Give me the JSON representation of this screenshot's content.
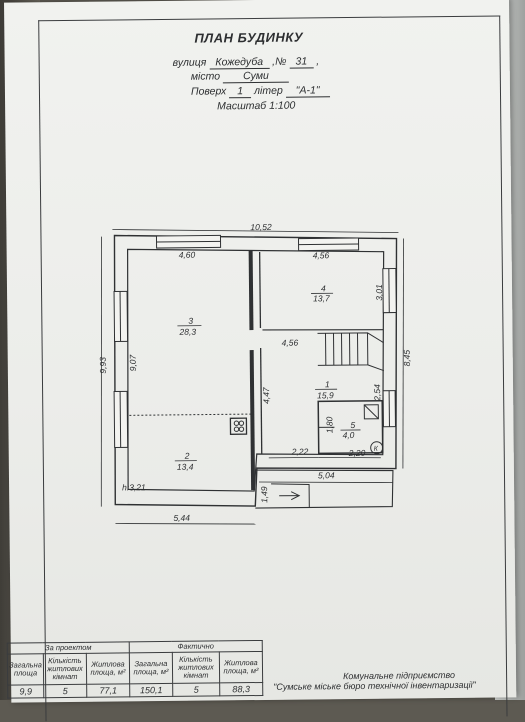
{
  "header": {
    "title": "ПЛАН БУДИНКУ",
    "street_label": "вулиця",
    "street_value": "Кожедуба",
    "number_label": ",№",
    "number_value": "31",
    "city_label": "місто",
    "city_value": "Суми",
    "floor_label": "Поверх",
    "floor_value": "1",
    "liter_label": "літер",
    "liter_value": "\"А-1\"",
    "scale_text": "Масштаб 1:100"
  },
  "dimensions": {
    "total_width": "10,52",
    "room3_width": "4,60",
    "room4_width": "4,56",
    "stair_width": "4,56",
    "left_outer": "9,93",
    "left_inner": "9,07",
    "right_upper": "3,01",
    "right_outer": "8,45",
    "wall_mid": "4,47",
    "right_lower": "2,54",
    "bath_height": "1,80",
    "hall_width": "2,22",
    "bath_width": "2,20",
    "porch_width": "5,04",
    "porch_height": "1,49",
    "bottom_width": "5,44",
    "ceiling_height": "h:3,21"
  },
  "rooms": [
    {
      "num": "3",
      "area": "28,3"
    },
    {
      "num": "4",
      "area": "13,7"
    },
    {
      "num": "1",
      "area": "15,9"
    },
    {
      "num": "5",
      "area": "4,0"
    },
    {
      "num": "2",
      "area": "13,4"
    }
  ],
  "boiler_label": "К",
  "table": {
    "project_header": "За проектом",
    "actual_header": "Фактично",
    "col_total": "Загальна площа, м²",
    "col_rooms": "Кількість житлових кімнат",
    "col_living": "Житлова площа, м²",
    "col_total_cut": "Загальна площа",
    "project_total": "9,9",
    "project_rooms": "5",
    "project_living": "77,1",
    "actual_total": "150,1",
    "actual_rooms": "5",
    "actual_living": "88,3"
  },
  "org_line1": "Комунальне підприємство",
  "org_line2": "\"Сумське міське бюро технічної інвентаризації\""
}
